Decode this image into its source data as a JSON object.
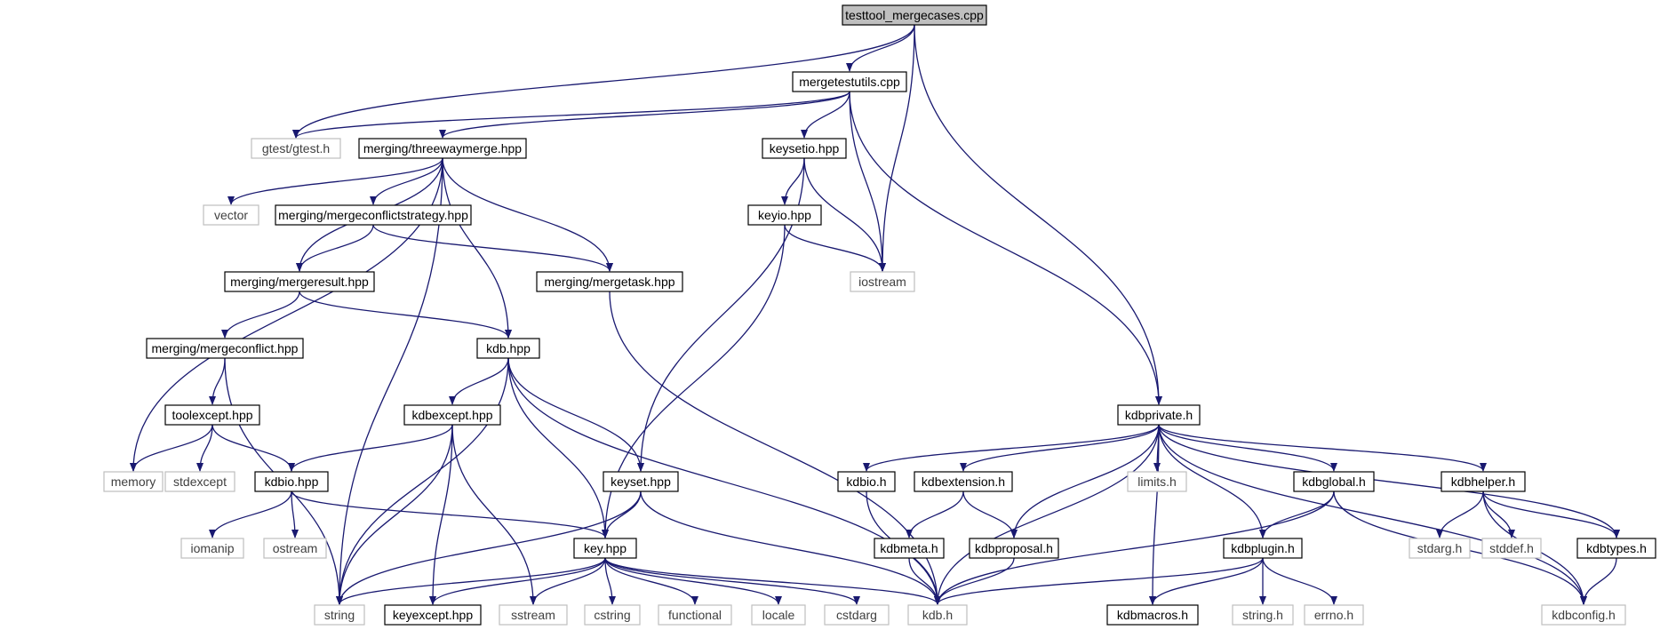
{
  "nodes": [
    {
      "id": "n_root",
      "label": "testtool_mergecases.cpp",
      "style": "root"
    },
    {
      "id": "n_mergetestutils",
      "label": "mergetestutils.cpp",
      "style": "solid"
    },
    {
      "id": "n_gtest",
      "label": "gtest/gtest.h",
      "style": "gray"
    },
    {
      "id": "n_threeway",
      "label": "merging/threewaymerge.hpp",
      "style": "solid"
    },
    {
      "id": "n_keysetio",
      "label": "keysetio.hpp",
      "style": "solid"
    },
    {
      "id": "n_iostream",
      "label": "iostream",
      "style": "gray"
    },
    {
      "id": "n_kdbprivate",
      "label": "kdbprivate.h",
      "style": "solid"
    },
    {
      "id": "n_vector",
      "label": "vector",
      "style": "gray"
    },
    {
      "id": "n_mcstrategy",
      "label": "merging/mergeconflictstrategy.hpp",
      "style": "solid"
    },
    {
      "id": "n_keyio",
      "label": "keyio.hpp",
      "style": "solid"
    },
    {
      "id": "n_mresult",
      "label": "merging/mergeresult.hpp",
      "style": "solid"
    },
    {
      "id": "n_mtask",
      "label": "merging/mergetask.hpp",
      "style": "solid"
    },
    {
      "id": "n_mconflict",
      "label": "merging/mergeconflict.hpp",
      "style": "solid"
    },
    {
      "id": "n_kdbhpp",
      "label": "kdb.hpp",
      "style": "solid"
    },
    {
      "id": "n_toolexcept",
      "label": "toolexcept.hpp",
      "style": "solid"
    },
    {
      "id": "n_kdbexcept",
      "label": "kdbexcept.hpp",
      "style": "solid"
    },
    {
      "id": "n_memory",
      "label": "memory",
      "style": "gray"
    },
    {
      "id": "n_stdexcept",
      "label": "stdexcept",
      "style": "gray"
    },
    {
      "id": "n_kdbiohpp",
      "label": "kdbio.hpp",
      "style": "solid"
    },
    {
      "id": "n_keyset",
      "label": "keyset.hpp",
      "style": "solid"
    },
    {
      "id": "n_iomanip",
      "label": "iomanip",
      "style": "gray"
    },
    {
      "id": "n_ostream",
      "label": "ostream",
      "style": "gray"
    },
    {
      "id": "n_keyhpp",
      "label": "key.hpp",
      "style": "solid"
    },
    {
      "id": "n_string",
      "label": "string",
      "style": "gray"
    },
    {
      "id": "n_keyexcept",
      "label": "keyexcept.hpp",
      "style": "solid"
    },
    {
      "id": "n_sstream",
      "label": "sstream",
      "style": "gray"
    },
    {
      "id": "n_cstring",
      "label": "cstring",
      "style": "gray"
    },
    {
      "id": "n_functional",
      "label": "functional",
      "style": "gray"
    },
    {
      "id": "n_locale",
      "label": "locale",
      "style": "gray"
    },
    {
      "id": "n_cstdarg",
      "label": "cstdarg",
      "style": "gray"
    },
    {
      "id": "n_kdbh",
      "label": "kdb.h",
      "style": "gray"
    },
    {
      "id": "n_kdbioh",
      "label": "kdbio.h",
      "style": "solid"
    },
    {
      "id": "n_kdbextension",
      "label": "kdbextension.h",
      "style": "solid"
    },
    {
      "id": "n_limits",
      "label": "limits.h",
      "style": "gray"
    },
    {
      "id": "n_kdbglobal",
      "label": "kdbglobal.h",
      "style": "solid"
    },
    {
      "id": "n_kdbhelper",
      "label": "kdbhelper.h",
      "style": "solid"
    },
    {
      "id": "n_kdbmeta",
      "label": "kdbmeta.h",
      "style": "solid"
    },
    {
      "id": "n_kdbproposal",
      "label": "kdbproposal.h",
      "style": "solid"
    },
    {
      "id": "n_kdbplugin",
      "label": "kdbplugin.h",
      "style": "solid"
    },
    {
      "id": "n_stdargh",
      "label": "stdarg.h",
      "style": "gray"
    },
    {
      "id": "n_stddefh",
      "label": "stddef.h",
      "style": "gray"
    },
    {
      "id": "n_kdbtypes",
      "label": "kdbtypes.h",
      "style": "solid"
    },
    {
      "id": "n_kdbmacros",
      "label": "kdbmacros.h",
      "style": "solid"
    },
    {
      "id": "n_stringh",
      "label": "string.h",
      "style": "gray"
    },
    {
      "id": "n_errnoh",
      "label": "errno.h",
      "style": "gray"
    },
    {
      "id": "n_kdbconfig",
      "label": "kdbconfig.h",
      "style": "gray"
    }
  ],
  "edges": [
    [
      "n_root",
      "n_mergetestutils"
    ],
    [
      "n_root",
      "n_gtest"
    ],
    [
      "n_root",
      "n_iostream"
    ],
    [
      "n_root",
      "n_kdbprivate"
    ],
    [
      "n_mergetestutils",
      "n_gtest"
    ],
    [
      "n_mergetestutils",
      "n_threeway"
    ],
    [
      "n_mergetestutils",
      "n_keysetio"
    ],
    [
      "n_mergetestutils",
      "n_iostream"
    ],
    [
      "n_mergetestutils",
      "n_kdbprivate"
    ],
    [
      "n_threeway",
      "n_vector"
    ],
    [
      "n_threeway",
      "n_mcstrategy"
    ],
    [
      "n_threeway",
      "n_mresult"
    ],
    [
      "n_threeway",
      "n_mtask"
    ],
    [
      "n_threeway",
      "n_kdbhpp"
    ],
    [
      "n_threeway",
      "n_memory"
    ],
    [
      "n_threeway",
      "n_string"
    ],
    [
      "n_keysetio",
      "n_keyio"
    ],
    [
      "n_keysetio",
      "n_iostream"
    ],
    [
      "n_keysetio",
      "n_keyset"
    ],
    [
      "n_keyio",
      "n_iostream"
    ],
    [
      "n_keyio",
      "n_keyhpp"
    ],
    [
      "n_mcstrategy",
      "n_mresult"
    ],
    [
      "n_mcstrategy",
      "n_mtask"
    ],
    [
      "n_mresult",
      "n_mconflict"
    ],
    [
      "n_mresult",
      "n_kdbhpp"
    ],
    [
      "n_mtask",
      "n_kdbh"
    ],
    [
      "n_mconflict",
      "n_toolexcept"
    ],
    [
      "n_mconflict",
      "n_string"
    ],
    [
      "n_toolexcept",
      "n_memory"
    ],
    [
      "n_toolexcept",
      "n_stdexcept"
    ],
    [
      "n_toolexcept",
      "n_kdbiohpp"
    ],
    [
      "n_kdbhpp",
      "n_kdbexcept"
    ],
    [
      "n_kdbhpp",
      "n_keyset"
    ],
    [
      "n_kdbhpp",
      "n_keyhpp"
    ],
    [
      "n_kdbhpp",
      "n_string"
    ],
    [
      "n_kdbhpp",
      "n_kdbh"
    ],
    [
      "n_kdbexcept",
      "n_kdbiohpp"
    ],
    [
      "n_kdbexcept",
      "n_string"
    ],
    [
      "n_kdbexcept",
      "n_keyexcept"
    ],
    [
      "n_kdbexcept",
      "n_sstream"
    ],
    [
      "n_kdbiohpp",
      "n_iomanip"
    ],
    [
      "n_kdbiohpp",
      "n_ostream"
    ],
    [
      "n_kdbiohpp",
      "n_keyhpp"
    ],
    [
      "n_keyset",
      "n_keyhpp"
    ],
    [
      "n_keyset",
      "n_string"
    ],
    [
      "n_keyset",
      "n_kdbh"
    ],
    [
      "n_keyhpp",
      "n_string"
    ],
    [
      "n_keyhpp",
      "n_keyexcept"
    ],
    [
      "n_keyhpp",
      "n_sstream"
    ],
    [
      "n_keyhpp",
      "n_cstring"
    ],
    [
      "n_keyhpp",
      "n_functional"
    ],
    [
      "n_keyhpp",
      "n_locale"
    ],
    [
      "n_keyhpp",
      "n_cstdarg"
    ],
    [
      "n_keyhpp",
      "n_kdbh"
    ],
    [
      "n_kdbprivate",
      "n_kdbioh"
    ],
    [
      "n_kdbprivate",
      "n_kdbextension"
    ],
    [
      "n_kdbprivate",
      "n_limits"
    ],
    [
      "n_kdbprivate",
      "n_kdbglobal"
    ],
    [
      "n_kdbprivate",
      "n_kdbhelper"
    ],
    [
      "n_kdbprivate",
      "n_kdbproposal"
    ],
    [
      "n_kdbprivate",
      "n_kdbplugin"
    ],
    [
      "n_kdbprivate",
      "n_kdbtypes"
    ],
    [
      "n_kdbprivate",
      "n_kdbconfig"
    ],
    [
      "n_kdbprivate",
      "n_kdbmacros"
    ],
    [
      "n_kdbprivate",
      "n_kdbh"
    ],
    [
      "n_kdbioh",
      "n_kdbh"
    ],
    [
      "n_kdbextension",
      "n_kdbmeta"
    ],
    [
      "n_kdbextension",
      "n_kdbproposal"
    ],
    [
      "n_kdbmeta",
      "n_kdbh"
    ],
    [
      "n_kdbproposal",
      "n_kdbh"
    ],
    [
      "n_kdbglobal",
      "n_kdbplugin"
    ],
    [
      "n_kdbglobal",
      "n_kdbh"
    ],
    [
      "n_kdbglobal",
      "n_kdbconfig"
    ],
    [
      "n_kdbplugin",
      "n_kdbh"
    ],
    [
      "n_kdbplugin",
      "n_kdbmacros"
    ],
    [
      "n_kdbplugin",
      "n_stringh"
    ],
    [
      "n_kdbplugin",
      "n_errnoh"
    ],
    [
      "n_kdbhelper",
      "n_stdargh"
    ],
    [
      "n_kdbhelper",
      "n_stddefh"
    ],
    [
      "n_kdbhelper",
      "n_kdbtypes"
    ],
    [
      "n_kdbhelper",
      "n_kdbconfig"
    ],
    [
      "n_kdbtypes",
      "n_kdbconfig"
    ]
  ],
  "colors": {
    "edge": "#191970",
    "solid_border": "#000000",
    "gray_border": "#bfbfbf",
    "root_fill": "#bfbfbf",
    "text_solid": "#000000",
    "text_gray": "#404040"
  }
}
